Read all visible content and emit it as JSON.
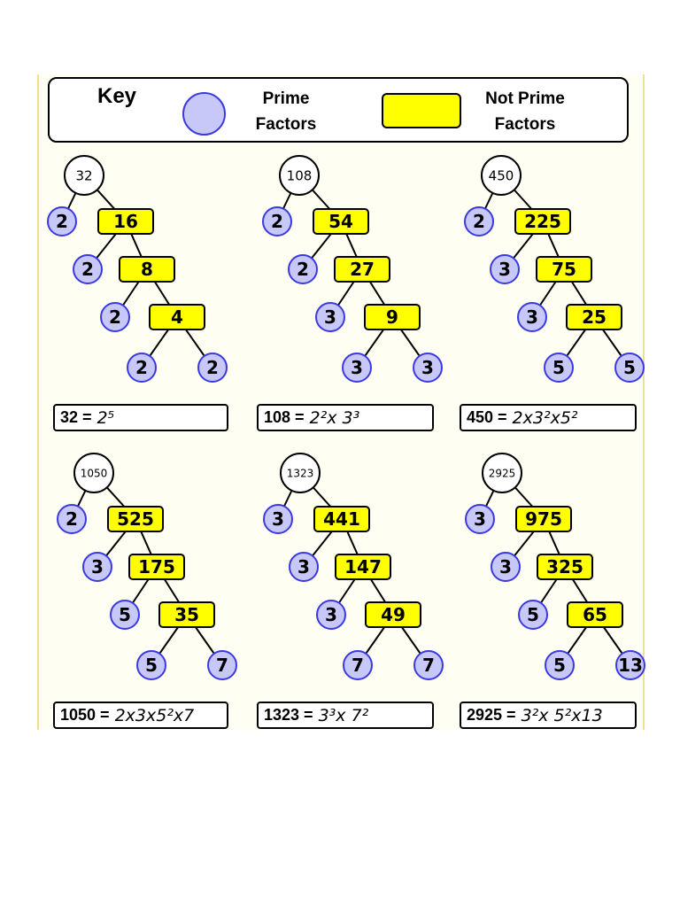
{
  "key": {
    "title": "Key",
    "prime_label": [
      "Prime",
      "Factors"
    ],
    "not_prime_label": [
      "Not Prime",
      "Factors"
    ],
    "prime_color": "#c8c8f8",
    "prime_stroke": "#3a3ae0",
    "not_prime_color": "#ffff00"
  },
  "trees": [
    {
      "root": "32",
      "pairs": [
        [
          "2",
          "16"
        ],
        [
          "2",
          "8"
        ],
        [
          "2",
          "4"
        ]
      ],
      "leaves": [
        "2",
        "2"
      ],
      "equation_label": "32 =",
      "answer": "2⁵"
    },
    {
      "root": "108",
      "pairs": [
        [
          "2",
          "54"
        ],
        [
          "2",
          "27"
        ],
        [
          "3",
          "9"
        ]
      ],
      "leaves": [
        "3",
        "3"
      ],
      "equation_label": "108 =",
      "answer": "2²x 3³"
    },
    {
      "root": "450",
      "pairs": [
        [
          "2",
          "225"
        ],
        [
          "3",
          "75"
        ],
        [
          "3",
          "25"
        ]
      ],
      "leaves": [
        "5",
        "5"
      ],
      "equation_label": "450 =",
      "answer": "2x3²x5²"
    },
    {
      "root": "1050",
      "pairs": [
        [
          "2",
          "525"
        ],
        [
          "3",
          "175"
        ],
        [
          "5",
          "35"
        ]
      ],
      "leaves": [
        "5",
        "7"
      ],
      "equation_label": "1050 =",
      "answer": "2x3x5²x7"
    },
    {
      "root": "1323",
      "pairs": [
        [
          "3",
          "441"
        ],
        [
          "3",
          "147"
        ],
        [
          "3",
          "49"
        ]
      ],
      "leaves": [
        "7",
        "7"
      ],
      "equation_label": "1323 =",
      "answer": "3³x 7²"
    },
    {
      "root": "2925",
      "pairs": [
        [
          "3",
          "975"
        ],
        [
          "3",
          "325"
        ],
        [
          "5",
          "65"
        ]
      ],
      "leaves": [
        "5",
        "13"
      ],
      "equation_label": "2925 =",
      "answer": "3²x 5²x13"
    }
  ]
}
